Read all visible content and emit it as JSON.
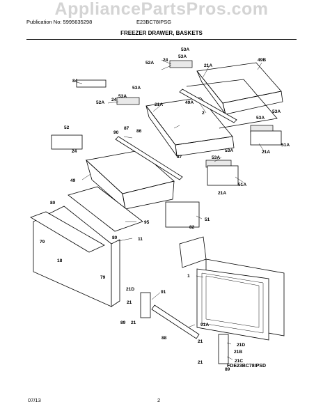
{
  "header": {
    "watermark": "AppliancePartsPros.com",
    "publication": "Publication No: 5995635298",
    "model": "E23BC78IPSG"
  },
  "title": "FREEZER DRAWER, BASKETS",
  "diagram_code": "FDE23BC78IPSD",
  "footer": {
    "date": "07/13",
    "page": "2"
  },
  "labels": {
    "l53a_1": "53A",
    "l53a_2": "53A",
    "l24_1": "24",
    "l52a_1": "52A",
    "l21a_1": "21A",
    "l49b": "49B",
    "l84": "84",
    "l53a_3": "53A",
    "l53a_4": "53A",
    "l24_2": "24",
    "l52a_2": "52A",
    "l21a_2": "21A",
    "l49a": "49A",
    "l2": "2",
    "l53a_5": "53A",
    "l53a_6": "53A",
    "l51a_1": "51A",
    "l21a_3": "21A",
    "l52": "52",
    "l90": "90",
    "l87_1": "87",
    "l86": "86",
    "l24_3": "24",
    "l87_2": "87",
    "l53a_7": "53A",
    "l53a_8": "53A",
    "l49": "49",
    "l21a_4": "21A",
    "l51a_2": "51A",
    "l80_1": "80",
    "l95": "95",
    "l51": "51",
    "l82": "82",
    "l79_1": "79",
    "l80_2": "80",
    "l11": "11",
    "l18": "18",
    "l79_2": "79",
    "l1": "1",
    "l21d_1": "21D",
    "l91": "91",
    "l21_1": "21",
    "l89_1": "89",
    "l21_2": "21",
    "l88": "88",
    "l91a": "91A",
    "l21_3": "21",
    "l21d_2": "21D",
    "l21b": "21B",
    "l21_4": "21",
    "l21c": "21C",
    "l89_2": "89"
  }
}
